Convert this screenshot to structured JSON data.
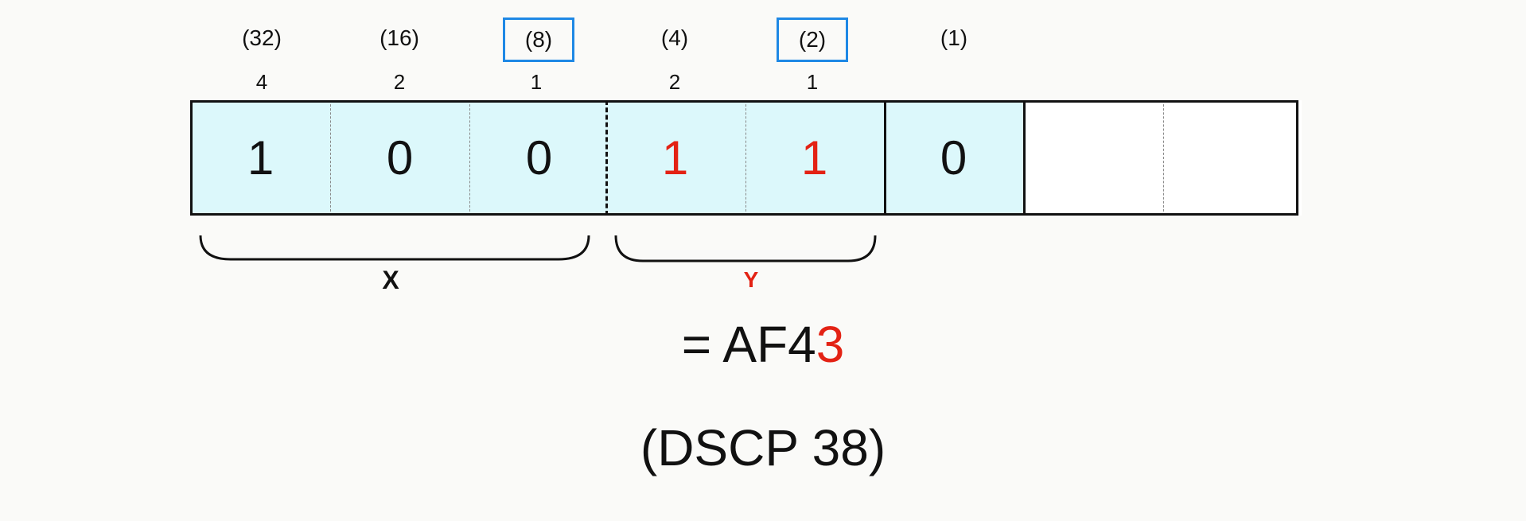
{
  "dscp_weights": [
    "(32)",
    "(16)",
    "(8)",
    "(4)",
    "(2)",
    "(1)"
  ],
  "highlighted_weights": [
    "(8)",
    "(2)"
  ],
  "af_weights": [
    "4",
    "2",
    "1",
    "2",
    "1"
  ],
  "bits": [
    "1",
    "0",
    "0",
    "1",
    "1",
    "0",
    "",
    ""
  ],
  "labels": {
    "x": "X",
    "y": "Y"
  },
  "result": {
    "prefix": "= AF4",
    "suffix": "3",
    "dscp": "(DSCP 38)"
  },
  "colors": {
    "cell_fill": "#dcf8fb",
    "highlight_box": "#1e88e5",
    "accent_red": "#e32214"
  }
}
